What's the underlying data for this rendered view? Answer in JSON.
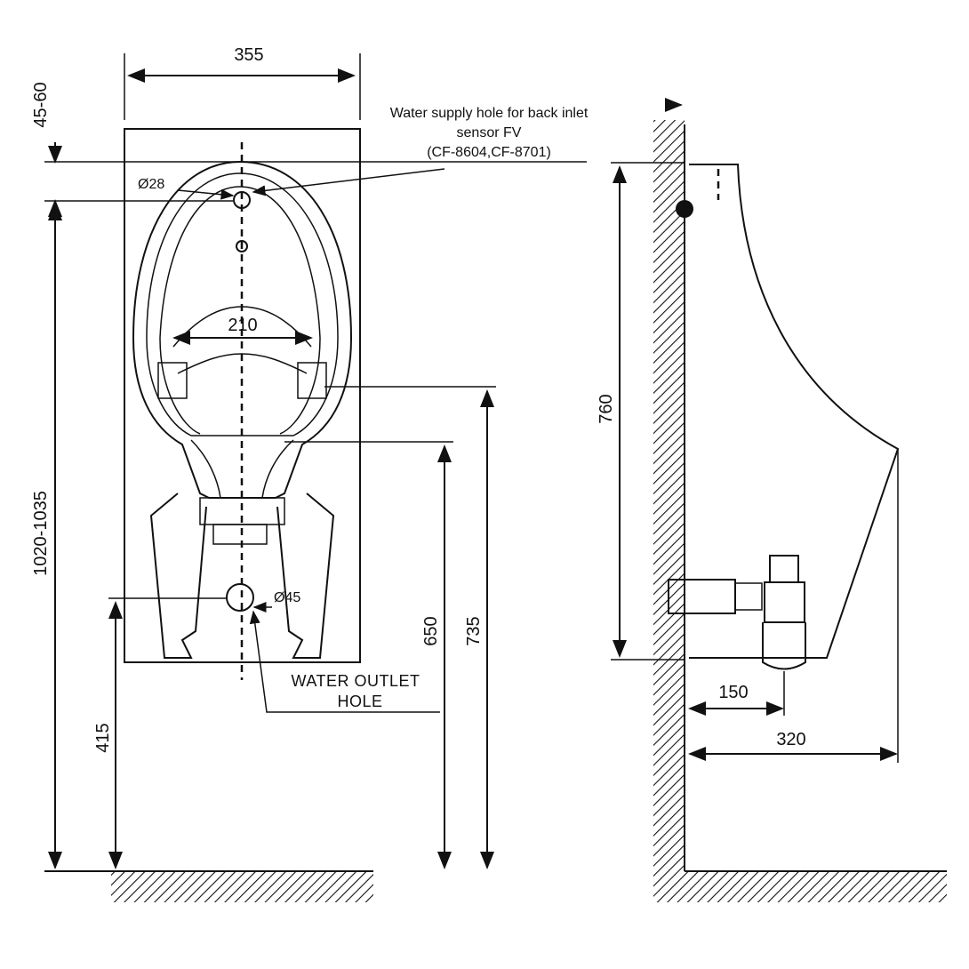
{
  "front_view": {
    "width_dim": "355",
    "top_offset_dim": "45-60",
    "total_height_dim": "1020-1035",
    "supply_hole_dia": "Ø28",
    "bowl_width_dim": "210",
    "outlet_dia": "Ø45",
    "outlet_height_dim": "415",
    "dim_650": "650",
    "dim_735": "735",
    "outlet_label_line1": "WATER OUTLET",
    "outlet_label_line2": "HOLE"
  },
  "supply_note": {
    "line1": "Water supply hole for back inlet",
    "line2": "sensor FV",
    "line3": "(CF-8604,CF-8701)"
  },
  "side_view": {
    "height_dim": "760",
    "trap_depth_dim": "150",
    "projection_dim": "320"
  },
  "colors": {
    "ink": "#111111",
    "background": "#ffffff"
  }
}
